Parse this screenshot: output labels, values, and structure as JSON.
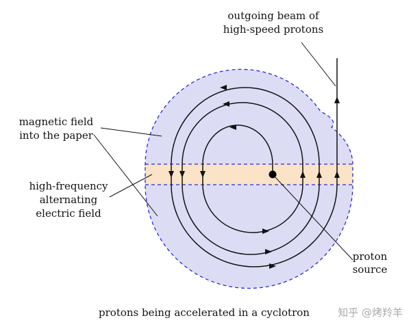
{
  "labels": {
    "outgoing_line1": "outgoing beam of",
    "outgoing_line2": "high-speed protons",
    "magnetic_line1": "magnetic field",
    "magnetic_line2": "into the paper",
    "electric_line1": "high-frequency",
    "electric_line2": "alternating",
    "electric_line3": "electric field",
    "source_line1": "proton",
    "source_line2": "source",
    "caption": "protons being accelerated in a cyclotron",
    "watermark": "知乎 @烤羚羊"
  },
  "colors": {
    "dee_fill": "#dcdcf5",
    "dee_border": "#2a2acf",
    "gap_fill": "#fbe3c8",
    "path": "#111111",
    "watermark": "#a9a9a9"
  }
}
